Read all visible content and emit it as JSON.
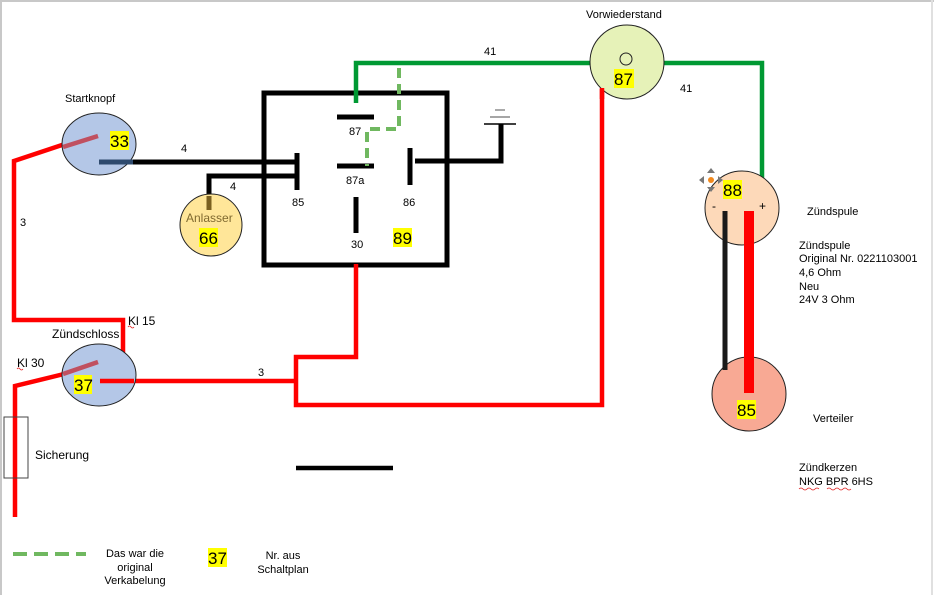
{
  "colors": {
    "power_red": "#ff0000",
    "wire_green": "#009933",
    "original_green_dashed": "#70b860",
    "wire_black": "#000000",
    "number_highlight": "#ffff00",
    "startknopf_fill": "#b4c7e7",
    "zuendschloss_fill": "#b4c7e7",
    "anlasser_fill": "#ffe699",
    "vorwiderstand_fill": "#e6f2b8",
    "zuendspule_fill": "#fdd9b9",
    "verteiler_fill": "#f8a994"
  },
  "components": {
    "startknopf": {
      "label": "Startknopf",
      "number": "33"
    },
    "anlasser": {
      "label": "Anlasser",
      "number": "66"
    },
    "relay": {
      "number": "89",
      "pins": {
        "p87": "87",
        "p87a": "87a",
        "p85": "85",
        "p86": "86",
        "p30": "30"
      }
    },
    "vorwiderstand": {
      "label": "Vorwiederstand",
      "number": "87"
    },
    "zuendspule": {
      "label": "Zündspule",
      "number": "88",
      "minus": "-",
      "plus": "+"
    },
    "zuendspule_info": [
      "Zündspule",
      "Original Nr. 0221103001",
      "4,6 Ohm",
      "Neu",
      "24V 3 Ohm"
    ],
    "verteiler": {
      "label": "Verteiler",
      "number": "85"
    },
    "zuendkerzen_info": [
      "Zündkerzen",
      "NKG BPR 6HS"
    ],
    "zuendschloss": {
      "label": "Zündschloss",
      "number": "37",
      "kl15": "Kl 15",
      "kl30": "Kl 30"
    },
    "sicherung": {
      "label": "Sicherung"
    }
  },
  "wire_labels": {
    "startknopf_to_relay": "4",
    "anlasser_to_relay": "4",
    "battery_to_startknopf": "3",
    "zuendschloss_to_relay": "3",
    "relay_to_vorwiderstand": "41",
    "vorwiderstand_to_spule": "41"
  },
  "legend": {
    "dashed_text": [
      "Das war die",
      "original",
      "Verkabelung"
    ],
    "number_sample": "37",
    "number_text": [
      "Nr. aus",
      "Schaltplan"
    ]
  }
}
